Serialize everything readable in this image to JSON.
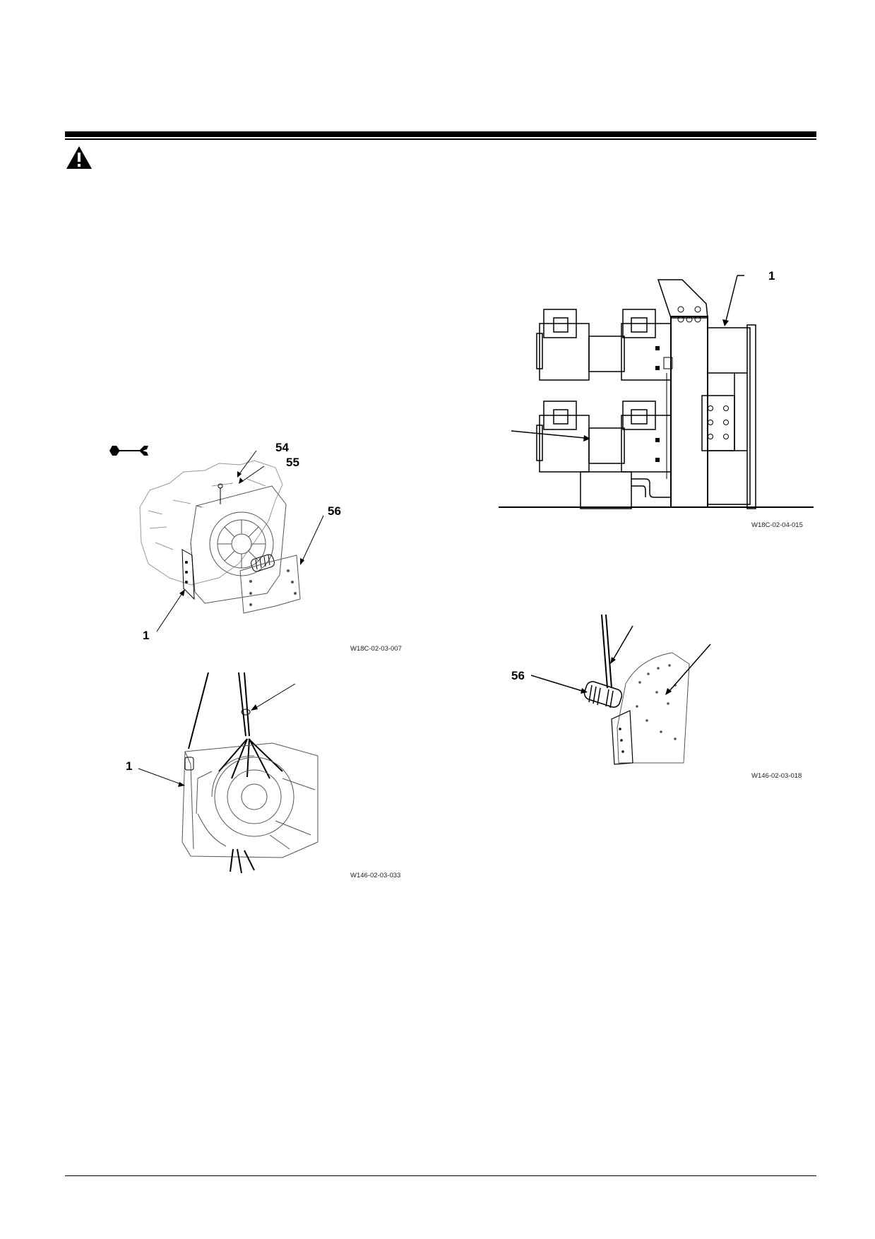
{
  "header": {
    "warning_icon": "warning-triangle-icon"
  },
  "tool_icon": "wrench-icon",
  "figures": {
    "top_left": {
      "labels": [
        "54",
        "55",
        "56",
        "1"
      ],
      "code": "W18C-02-03-007"
    },
    "bottom_left": {
      "labels": [
        "1"
      ],
      "code": "W146-02-03-033"
    },
    "top_right": {
      "labels": [
        "1"
      ],
      "code": "W18C-02-04-015"
    },
    "bottom_right": {
      "labels": [
        "56"
      ],
      "code": "W146-02-03-018"
    }
  }
}
